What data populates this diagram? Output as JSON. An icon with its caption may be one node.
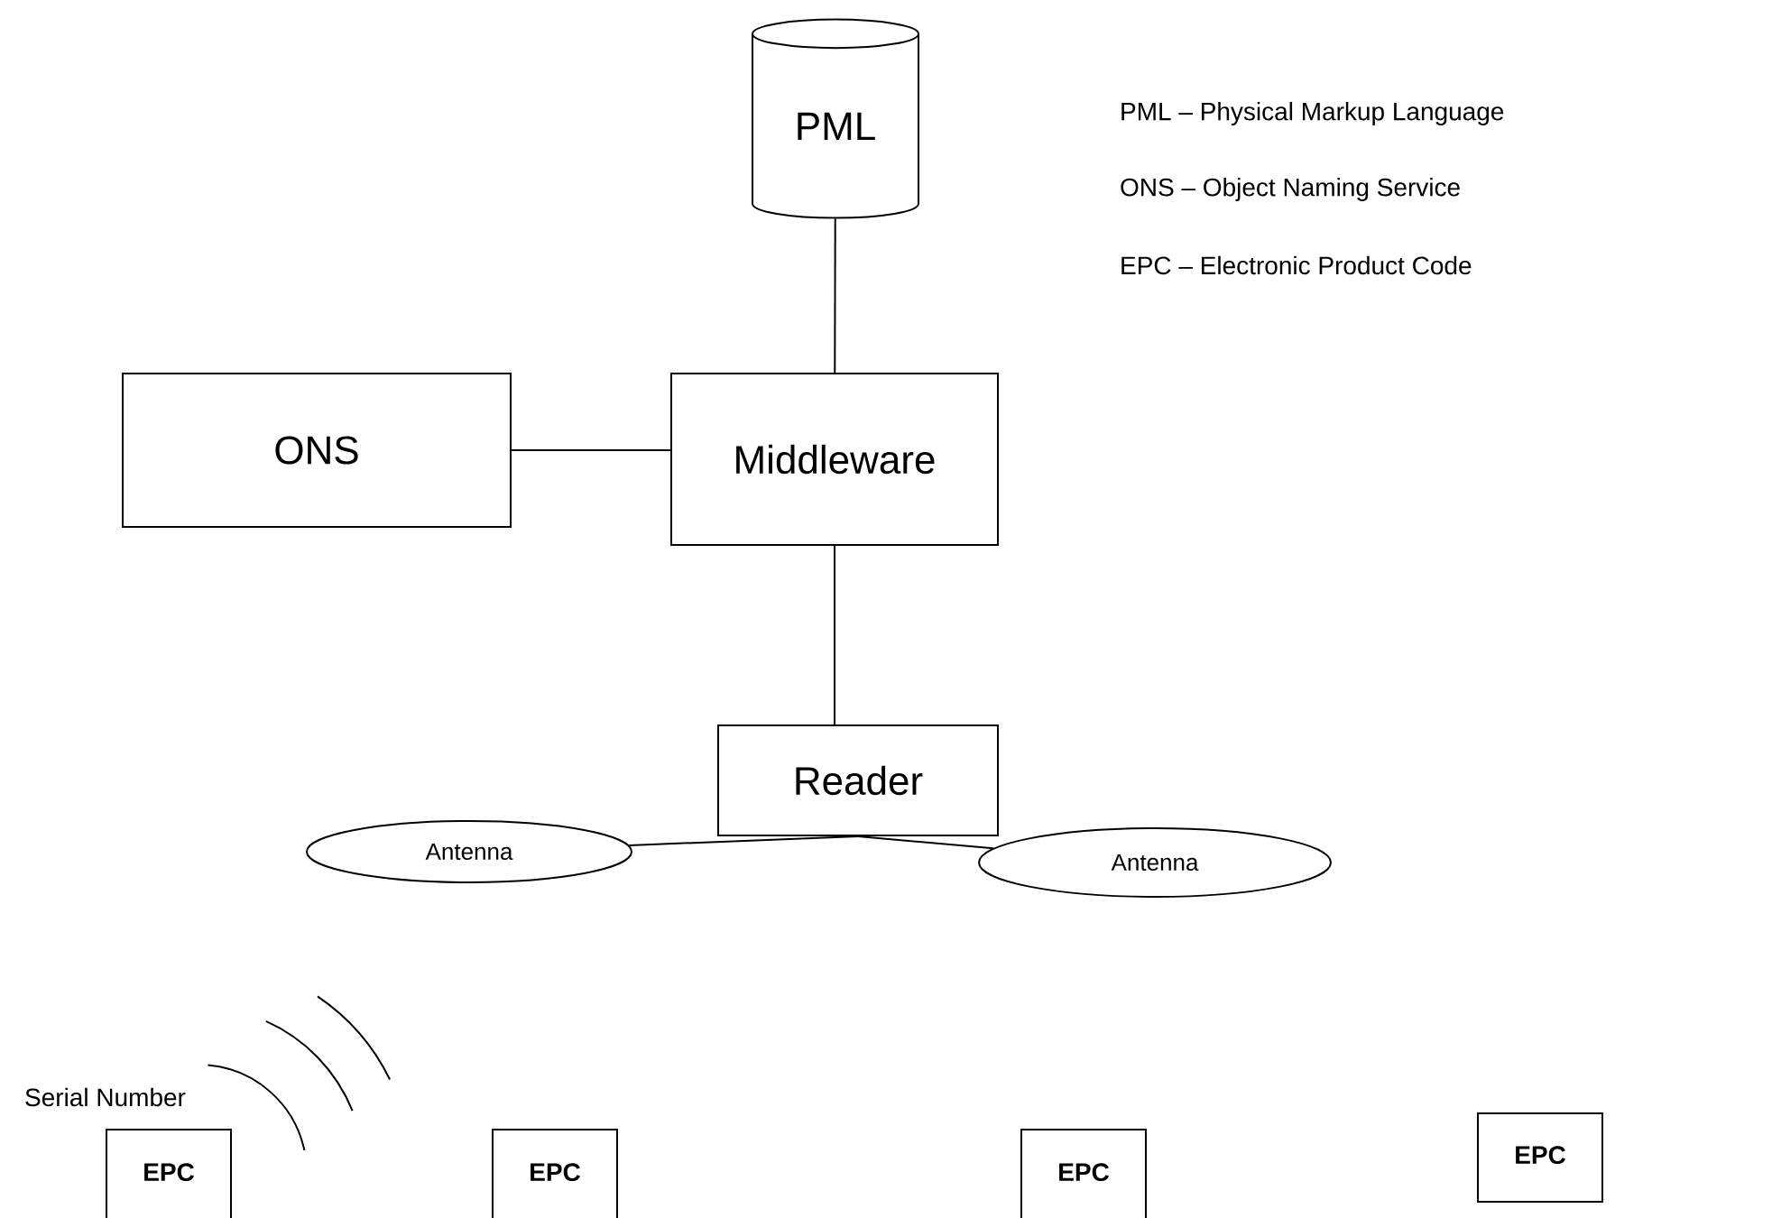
{
  "diagram": {
    "nodes": [
      {
        "text": [
          "PML"
        ]
      },
      {
        "text": [
          "ONS"
        ]
      },
      {
        "text": [
          "Middleware"
        ]
      },
      {
        "text": [
          "Reader"
        ]
      },
      {
        "text": [
          "Antenna"
        ]
      },
      {
        "text": [
          "Antenna"
        ]
      },
      {
        "text": [
          "EPC"
        ]
      },
      {
        "text": [
          "EPC"
        ]
      },
      {
        "text": [
          "EPC"
        ]
      },
      {
        "text": [
          "EPC"
        ]
      }
    ],
    "edges": [
      {
        "from": 0,
        "to": 2,
        "arrow": "none"
      },
      {
        "from": 1,
        "to": 2,
        "arrow": "none"
      },
      {
        "from": 2,
        "to": 3,
        "arrow": "none"
      },
      {
        "from": 3,
        "to": 4,
        "arrow": "none"
      },
      {
        "from": 3,
        "to": 5,
        "arrow": "none"
      }
    ],
    "labels": [
      "PML – Physical Markup Language",
      "ONS – Object Naming Service",
      "EPC – Electronic Product Code",
      "Serial Number"
    ]
  }
}
